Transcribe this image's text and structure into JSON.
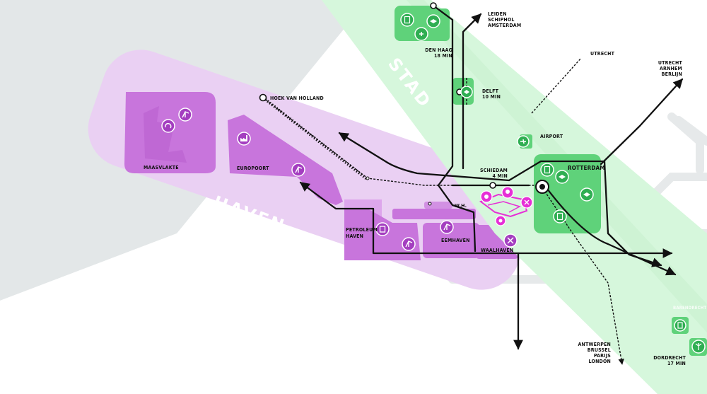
{
  "colors": {
    "background": "#ffffff",
    "grey_land": "#e3e7e8",
    "haven_light": "#e7c7f1",
    "haven_mid": "#dda6ec",
    "haven_dark": "#c76fdb",
    "icon_purple": "#9c2fb4",
    "magenta": "#e62fd6",
    "stad_light": "#d6f7dc",
    "stad_mid": "#9fe8ad",
    "stad_dark": "#4ccd6a",
    "rail": "#111111"
  },
  "zones": {
    "haven_label": "HAVEN",
    "stad_label": "STAD"
  },
  "areas": {
    "maasvlakte": "MAASVLAKTE",
    "europoort": "EUROPOORT",
    "petroleum_1": "PETROLEUM",
    "petroleum_2": "HAVEN",
    "eemhaven": "EEMHAVEN",
    "waalhaven": "WAALHAVEN",
    "wh": "W.H."
  },
  "destinations": {
    "leiden": [
      "LEIDEN",
      "SCHIPHOL",
      "AMSTERDAM"
    ],
    "den_haag": [
      "DEN HAAG",
      "18 MIN"
    ],
    "delft": [
      "DELFT",
      "10 MIN"
    ],
    "utrecht": "UTRECHT",
    "utrecht_arnhem": [
      "UTRECHT",
      "ARNHEM",
      "BERLIJN"
    ],
    "hoek": "HOEK VAN HOLLAND",
    "airport": "AIRPORT",
    "schiedam": [
      "SCHIEDAM",
      "4 MIN"
    ],
    "rotterdam": "ROTTERDAM",
    "antwerpen": [
      "ANTWERPEN",
      "BRUSSEL",
      "PARIJS",
      "LONDON"
    ],
    "dordrecht": [
      "DORDRECHT",
      "17 MIN"
    ],
    "faint_city": "BARENDRECHT"
  },
  "icons": [
    "crane-icon",
    "recycle-icon",
    "factory-icon",
    "fuel-tank-icon",
    "tools-icon",
    "gear-icon",
    "lightbulb-icon",
    "office-building-icon",
    "graduation-cap-icon",
    "hospital-icon",
    "plane-icon",
    "wind-turbine-icon",
    "rotterdam-centre-icon"
  ]
}
